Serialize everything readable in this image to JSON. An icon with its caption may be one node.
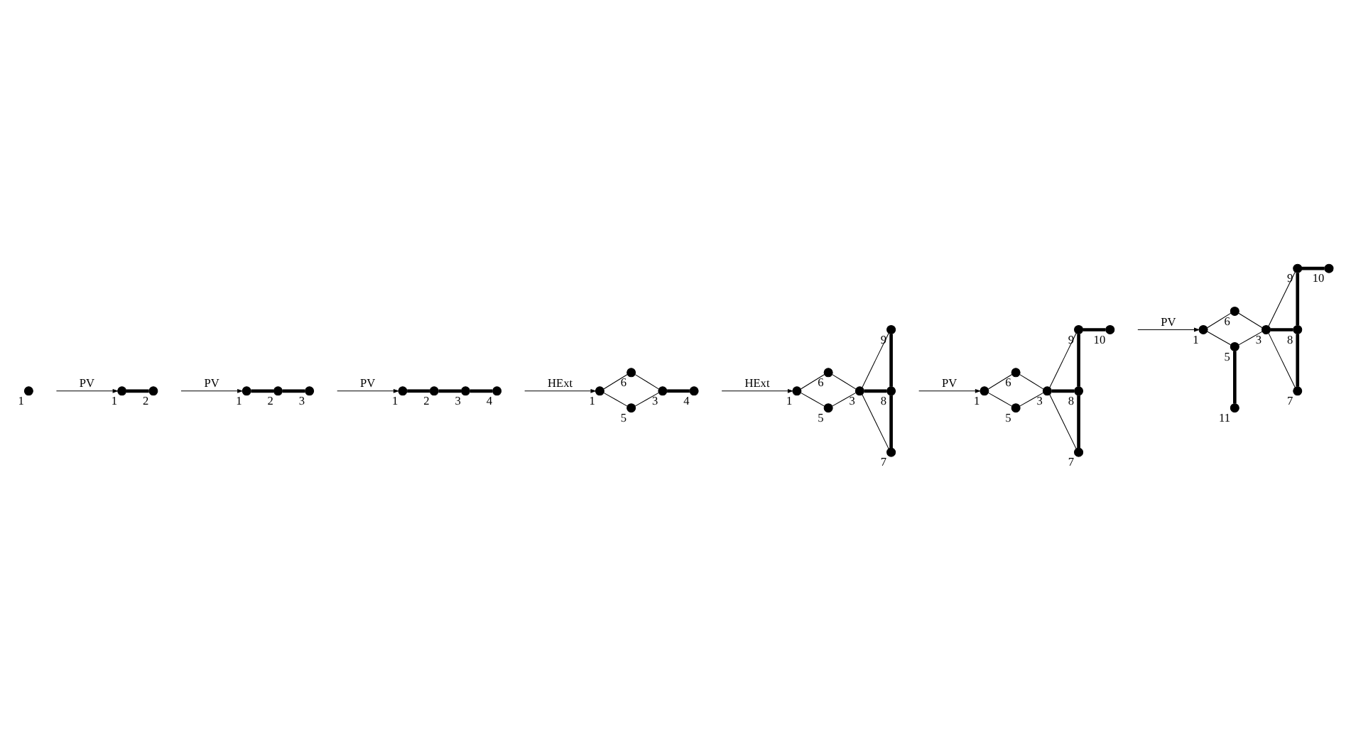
{
  "diagram": {
    "nodes": [
      {
        "text": [],
        "shape": "circle",
        "beside": [
          "1"
        ]
      },
      {
        "text": [],
        "shape": "circle",
        "beside": [
          "1"
        ]
      },
      {
        "text": [],
        "shape": "circle",
        "beside": [
          "2"
        ]
      },
      {
        "text": [],
        "shape": "circle",
        "beside": [
          "1"
        ]
      },
      {
        "text": [],
        "shape": "circle",
        "beside": [
          "2"
        ]
      },
      {
        "text": [],
        "shape": "circle",
        "beside": [
          "3"
        ]
      },
      {
        "text": [],
        "shape": "circle",
        "beside": [
          "1"
        ]
      },
      {
        "text": [],
        "shape": "circle",
        "beside": [
          "2"
        ]
      },
      {
        "text": [],
        "shape": "circle",
        "beside": [
          "3"
        ]
      },
      {
        "text": [],
        "shape": "circle",
        "beside": [
          "4"
        ]
      },
      {
        "text": [],
        "shape": "circle",
        "beside": [
          "6"
        ]
      },
      {
        "text": [],
        "shape": "circle",
        "beside": [
          "1"
        ]
      },
      {
        "text": [],
        "shape": "circle",
        "beside": [
          "3"
        ]
      },
      {
        "text": [],
        "shape": "circle",
        "beside": [
          "4"
        ]
      },
      {
        "text": [],
        "shape": "circle",
        "beside": [
          "5"
        ]
      },
      {
        "text": [],
        "shape": "circle",
        "beside": [
          "6"
        ]
      },
      {
        "text": [],
        "shape": "circle",
        "beside": [
          "9"
        ]
      },
      {
        "text": [],
        "shape": "circle",
        "beside": [
          "1"
        ]
      },
      {
        "text": [],
        "shape": "circle",
        "beside": [
          "3"
        ]
      },
      {
        "text": [],
        "shape": "circle",
        "beside": [
          "8"
        ]
      },
      {
        "text": [],
        "shape": "circle",
        "beside": [
          "5"
        ]
      },
      {
        "text": [],
        "shape": "circle",
        "beside": [
          "7"
        ]
      },
      {
        "text": [],
        "shape": "circle",
        "beside": [
          "9"
        ]
      },
      {
        "text": [],
        "shape": "circle",
        "beside": [
          "10"
        ]
      },
      {
        "text": [],
        "shape": "circle",
        "beside": [
          "6"
        ]
      },
      {
        "text": [],
        "shape": "circle",
        "beside": [
          "1"
        ]
      },
      {
        "text": [],
        "shape": "circle",
        "beside": [
          "3"
        ]
      },
      {
        "text": [],
        "shape": "circle",
        "beside": [
          "8"
        ]
      },
      {
        "text": [],
        "shape": "circle",
        "beside": [
          "5"
        ]
      },
      {
        "text": [],
        "shape": "circle",
        "beside": [
          "7"
        ]
      },
      {
        "text": [],
        "shape": "circle",
        "beside": [
          "9"
        ]
      },
      {
        "text": [],
        "shape": "circle",
        "beside": [
          "10"
        ]
      },
      {
        "text": [],
        "shape": "circle",
        "beside": [
          "6"
        ]
      },
      {
        "text": [],
        "shape": "circle",
        "beside": [
          "1"
        ]
      },
      {
        "text": [],
        "shape": "circle",
        "beside": [
          "5"
        ]
      },
      {
        "text": [],
        "shape": "circle",
        "beside": [
          "3"
        ]
      },
      {
        "text": [],
        "shape": "circle",
        "beside": [
          "8"
        ]
      },
      {
        "text": [],
        "shape": "circle",
        "beside": [
          "7"
        ]
      },
      {
        "text": [],
        "shape": "circle",
        "beside": [
          "11"
        ]
      }
    ],
    "edges": [
      {
        "from": 1,
        "to": 2,
        "arrow": "none",
        "style": "thick"
      },
      {
        "from": 3,
        "to": 4,
        "arrow": "none",
        "style": "thick"
      },
      {
        "from": 4,
        "to": 5,
        "arrow": "none",
        "style": "thick"
      },
      {
        "from": 6,
        "to": 7,
        "arrow": "none",
        "style": "thick"
      },
      {
        "from": 7,
        "to": 8,
        "arrow": "none",
        "style": "thick"
      },
      {
        "from": 8,
        "to": 9,
        "arrow": "none",
        "style": "thick"
      },
      {
        "from": 11,
        "to": 10,
        "arrow": "none"
      },
      {
        "from": 11,
        "to": 14,
        "arrow": "none"
      },
      {
        "from": 10,
        "to": 12,
        "arrow": "none"
      },
      {
        "from": 14,
        "to": 12,
        "arrow": "none"
      },
      {
        "from": 12,
        "to": 13,
        "arrow": "none",
        "style": "thick"
      },
      {
        "from": 17,
        "to": 15,
        "arrow": "none"
      },
      {
        "from": 17,
        "to": 20,
        "arrow": "none"
      },
      {
        "from": 15,
        "to": 18,
        "arrow": "none"
      },
      {
        "from": 20,
        "to": 18,
        "arrow": "none"
      },
      {
        "from": 18,
        "to": 16,
        "arrow": "none"
      },
      {
        "from": 18,
        "to": 19,
        "arrow": "none",
        "style": "thick"
      },
      {
        "from": 18,
        "to": 21,
        "arrow": "none"
      },
      {
        "from": 16,
        "to": 19,
        "arrow": "none",
        "style": "thick"
      },
      {
        "from": 19,
        "to": 21,
        "arrow": "none",
        "style": "thick"
      },
      {
        "from": 25,
        "to": 24,
        "arrow": "none"
      },
      {
        "from": 25,
        "to": 28,
        "arrow": "none"
      },
      {
        "from": 24,
        "to": 26,
        "arrow": "none"
      },
      {
        "from": 28,
        "to": 26,
        "arrow": "none"
      },
      {
        "from": 26,
        "to": 22,
        "arrow": "none"
      },
      {
        "from": 26,
        "to": 27,
        "arrow": "none",
        "style": "thick"
      },
      {
        "from": 26,
        "to": 29,
        "arrow": "none"
      },
      {
        "from": 22,
        "to": 27,
        "arrow": "none",
        "style": "thick"
      },
      {
        "from": 27,
        "to": 29,
        "arrow": "none",
        "style": "thick"
      },
      {
        "from": 22,
        "to": 23,
        "arrow": "none",
        "style": "thick"
      },
      {
        "from": 33,
        "to": 32,
        "arrow": "none"
      },
      {
        "from": 33,
        "to": 34,
        "arrow": "none"
      },
      {
        "from": 32,
        "to": 35,
        "arrow": "none"
      },
      {
        "from": 34,
        "to": 35,
        "arrow": "none"
      },
      {
        "from": 35,
        "to": 30,
        "arrow": "none"
      },
      {
        "from": 35,
        "to": 36,
        "arrow": "none",
        "style": "thick"
      },
      {
        "from": 35,
        "to": 37,
        "arrow": "none"
      },
      {
        "from": 30,
        "to": 36,
        "arrow": "none",
        "style": "thick"
      },
      {
        "from": 36,
        "to": 37,
        "arrow": "none",
        "style": "thick"
      },
      {
        "from": 30,
        "to": 31,
        "arrow": "none",
        "style": "thick"
      },
      {
        "from": 34,
        "to": 38,
        "arrow": "none",
        "style": "thick"
      },
      {
        "from": null,
        "to": 1,
        "arrow": "to",
        "label": "PV"
      },
      {
        "from": null,
        "to": 3,
        "arrow": "to",
        "label": "PV"
      },
      {
        "from": null,
        "to": 6,
        "arrow": "to",
        "label": "PV"
      },
      {
        "from": null,
        "to": 11,
        "arrow": "to",
        "label": "HExt"
      },
      {
        "from": null,
        "to": 17,
        "arrow": "to",
        "label": "HExt"
      },
      {
        "from": null,
        "to": 25,
        "arrow": "to",
        "label": "PV"
      },
      {
        "from": null,
        "to": 33,
        "arrow": "to",
        "label": "PV"
      }
    ]
  }
}
